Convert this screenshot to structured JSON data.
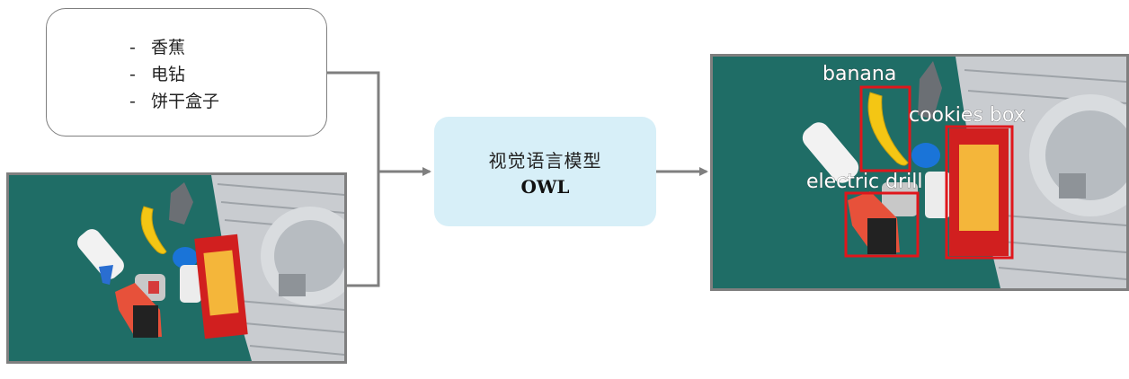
{
  "prompt_box": {
    "items": [
      "香蕉",
      "电钻",
      "饼干盒子"
    ]
  },
  "model_box": {
    "line1": "视觉语言模型",
    "line2": "OWL"
  },
  "detections": {
    "banana": "banana",
    "electric_drill": "electric drill",
    "cookies_box": "cookies box"
  },
  "colors": {
    "box_border": "#7f7f7f",
    "model_fill": "#d7eff8",
    "arrow": "#7f7f7f",
    "detection_box": "#e0161b",
    "table": "#1f6d66"
  }
}
